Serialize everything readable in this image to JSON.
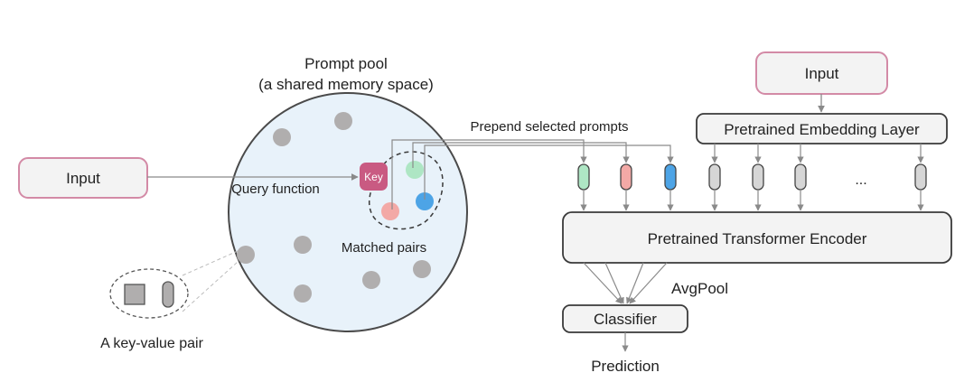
{
  "pool": {
    "title_line1": "Prompt pool",
    "title_line2": "(a shared memory space)",
    "query_label": "Query function",
    "key_label": "Key",
    "matched_label": "Matched pairs"
  },
  "left_input": {
    "label": "Input"
  },
  "kv_pair": {
    "label": "A key-value pair"
  },
  "pipeline": {
    "prepend_label": "Prepend selected prompts",
    "input_label": "Input",
    "embedding_label": "Pretrained Embedding Layer",
    "encoder_label": "Pretrained Transformer Encoder",
    "avgpool_label": "AvgPool",
    "classifier_label": "Classifier",
    "prediction_label": "Prediction",
    "ellipsis": "..."
  },
  "colors": {
    "input_border": "#d38aa6",
    "pool_fill": "#e8f2fa",
    "key_fill": "#c95a82",
    "prompt_green": "#aee6c4",
    "prompt_pink": "#f3a9a6",
    "prompt_blue": "#4da4e6",
    "gray_dot": "#b0aeae",
    "box_fill": "#f3f3f3"
  }
}
